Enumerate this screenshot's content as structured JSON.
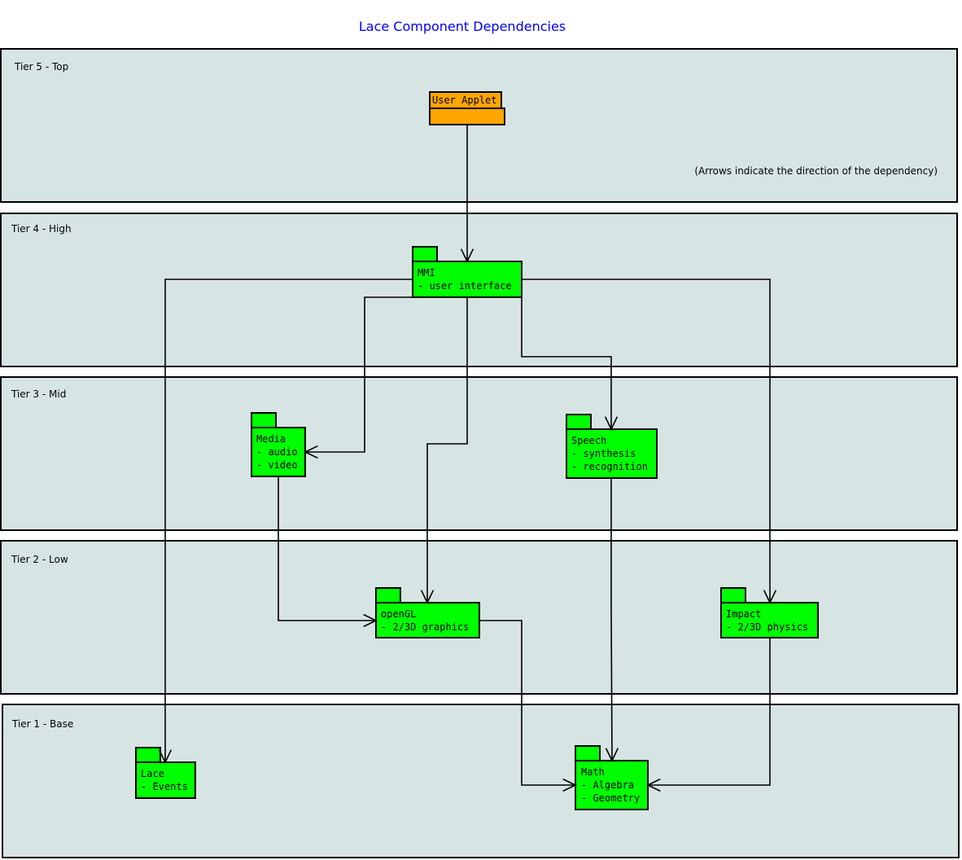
{
  "title": "Lace Component Dependencies",
  "note": "(Arrows indicate the direction of the dependency)",
  "colors": {
    "tier_fill": "#d7e4e4",
    "package_green": "#00ff00",
    "package_orange": "#ffa500",
    "title": "#0000ff"
  },
  "tiers": [
    "Tier 5 - Top",
    "Tier 4 - High",
    "Tier 3 - Mid",
    "Tier 2 - Low",
    "Tier 1 - Base"
  ],
  "packages": {
    "user_applet": {
      "name": "User Applet",
      "lines": []
    },
    "mmi": {
      "name": "MMI",
      "lines": [
        "- user interface"
      ]
    },
    "media": {
      "name": "Media",
      "lines": [
        "- audio",
        "- video"
      ]
    },
    "speech": {
      "name": "Speech",
      "lines": [
        "- synthesis",
        "- recognition"
      ]
    },
    "opengl": {
      "name": "openGL",
      "lines": [
        "- 2/3D graphics"
      ]
    },
    "impact": {
      "name": "Impact",
      "lines": [
        "- 2/3D physics"
      ]
    },
    "lace": {
      "name": "Lace",
      "lines": [
        "- Events"
      ]
    },
    "math": {
      "name": "Math",
      "lines": [
        "- Algebra",
        "- Geometry"
      ]
    }
  },
  "dependencies": [
    {
      "from": "User Applet",
      "to": "MMI"
    },
    {
      "from": "MMI",
      "to": "Lace"
    },
    {
      "from": "MMI",
      "to": "Media"
    },
    {
      "from": "MMI",
      "to": "openGL"
    },
    {
      "from": "MMI",
      "to": "Speech"
    },
    {
      "from": "MMI",
      "to": "Impact"
    },
    {
      "from": "Media",
      "to": "openGL"
    },
    {
      "from": "Speech",
      "to": "Math"
    },
    {
      "from": "openGL",
      "to": "Math"
    },
    {
      "from": "Impact",
      "to": "Math"
    }
  ]
}
